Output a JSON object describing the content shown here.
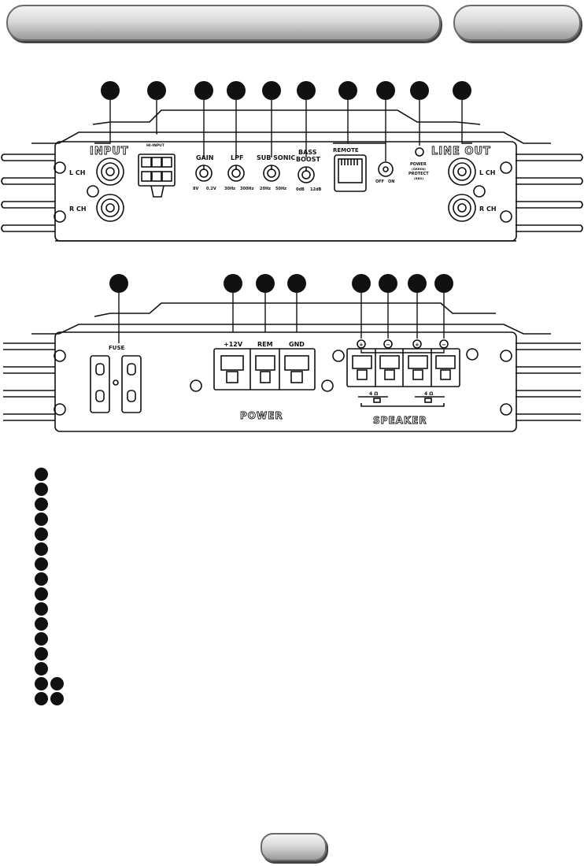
{
  "panel_top": {
    "input_title": "INPUT",
    "line_out_title": "LINE OUT",
    "l_ch": "L CH",
    "r_ch": "R CH",
    "line_l_ch": "L CH",
    "line_r_ch": "R CH",
    "hi_input": "HI-INPUT",
    "gain": "GAIN",
    "gain_min": "8V",
    "gain_max": "0.2V",
    "lpf": "LPF",
    "lpf_min": "30Hz",
    "lpf_max": "300Hz",
    "sub_sonic": "SUB SONIC",
    "sub_min": "20Hz",
    "sub_max": "50Hz",
    "bass": "BASS",
    "boost": "BOOST",
    "bass_min": "0dB",
    "bass_max": "12dB",
    "remote": "REMOTE",
    "switch_off": "OFF",
    "switch_on": "ON",
    "power": "POWER",
    "green": "(GREEN)",
    "protect": "PROTECT",
    "red": "(RED)"
  },
  "panel_bottom": {
    "fuse": "FUSE",
    "plus12v": "+12V",
    "rem": "REM",
    "gnd": "GND",
    "power_title": "POWER",
    "speaker_title": "SPEAKER",
    "ohm_label_1": "4 Ω",
    "ohm_label_2": "4 Ω",
    "plus": "+",
    "minus": "−"
  },
  "colors": {
    "ink": "#111111",
    "header_light": "#f4f4f4",
    "header_dark": "#9a9a9a"
  }
}
